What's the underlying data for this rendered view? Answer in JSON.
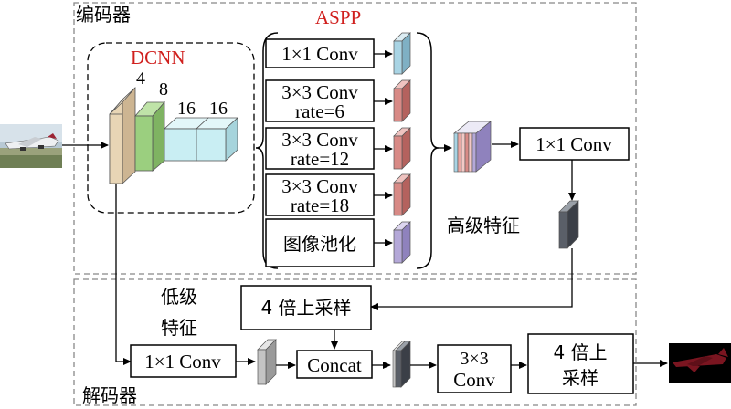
{
  "encoder": {
    "label": "编码器",
    "dcnn": {
      "title": "DCNN",
      "strides": [
        "4",
        "8",
        "16",
        "16"
      ]
    },
    "aspp": {
      "title": "ASPP",
      "branches": [
        {
          "line1": "1×1 Conv",
          "line2": "",
          "color": "#a9d4e4"
        },
        {
          "line1": "3×3 Conv",
          "line2": "rate=6",
          "color": "#d88a86"
        },
        {
          "line1": "3×3 Conv",
          "line2": "rate=12",
          "color": "#d88a86"
        },
        {
          "line1": "3×3 Conv",
          "line2": "rate=18",
          "color": "#d88a86"
        },
        {
          "line1": "图像池化",
          "line2": "",
          "color": "#b4a8d8"
        }
      ]
    },
    "fuse_conv": "1×1 Conv",
    "high_level_feature": "高级特征"
  },
  "decoder": {
    "label": "解码器",
    "low_level_feature_line1": "低级",
    "low_level_feature_line2": "特征",
    "upsample4_a": "4 倍上采样",
    "conv1x1": "1×1 Conv",
    "concat": "Concat",
    "conv3x3_line1": "3×3",
    "conv3x3_line2": "Conv",
    "upsample4_b_line1": "4 倍上",
    "upsample4_b_line2": "采样"
  },
  "colors": {
    "title_red": "#d0201e",
    "block_tan": "#e8d5b5",
    "block_green": "#9bcf7f",
    "block_cyan": "#c9eef3"
  }
}
